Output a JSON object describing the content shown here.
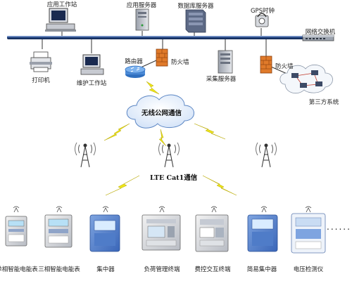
{
  "network": {
    "app_workstation": "应用工作站",
    "app_server": "应用服务器",
    "db_server": "数据库服务器",
    "gps_clock": "GPS时钟",
    "network_switch": "网络交换机",
    "printer": "打印机",
    "maintenance_ws": "维护工作站",
    "router": "路由器",
    "firewall_left": "防火墙",
    "collection_server": "采集服务器",
    "firewall_right": "防火墙",
    "third_party": "第三方系统"
  },
  "comms": {
    "wireless_public": "无线公网通信",
    "lte": "LTE Cat1通信"
  },
  "devices": [
    {
      "label": "单相智能电能表"
    },
    {
      "label": "三相智能电能表"
    },
    {
      "label": "集中器"
    },
    {
      "label": "负荷管理终端"
    },
    {
      "label": "费控交互终端"
    },
    {
      "label": "简易集中器"
    },
    {
      "label": "电压检测仪"
    }
  ],
  "more": "......",
  "colors": {
    "backbone": "#1f3f7a",
    "lightning": "#e8e800",
    "firewall": "#e07a2a",
    "cloud_fill": "#e9f2ff",
    "cloud_stroke": "#5b86c4"
  }
}
